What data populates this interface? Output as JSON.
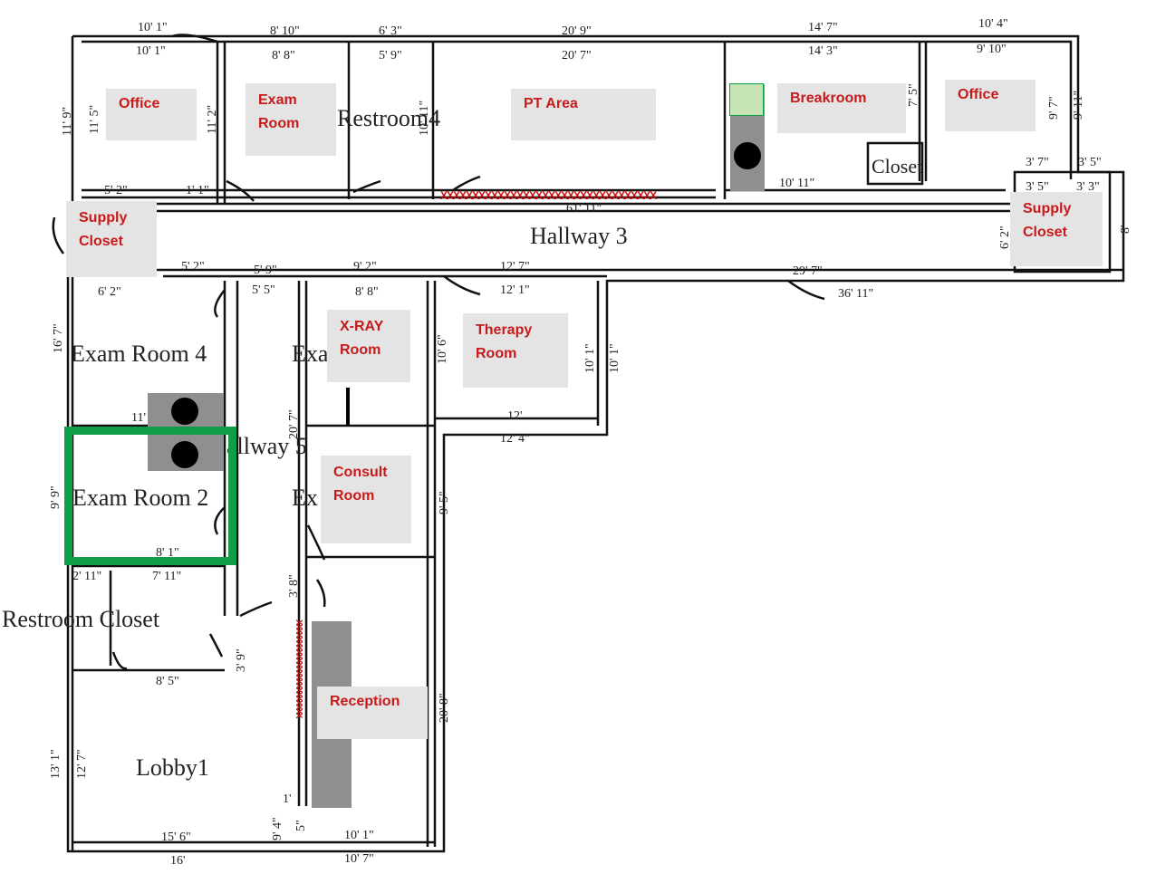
{
  "rooms_base": {
    "hallway3": "Hallway 3",
    "hallway5": "allway 5",
    "exam_room_4": "Exam Room 4",
    "exam_room_2": "Exam Room 2",
    "restroom4": "Restroom4",
    "restroom1": "Restroom Closet",
    "lobby1": "Lobby1",
    "closet": "Closet",
    "exam_room_3_partial": "Exa       m 3",
    "exam_room_1_partial": "Ex         m 1"
  },
  "labels": {
    "office_left": "Office",
    "exam_room": "Exam\nRoom",
    "pt_area": "PT Area",
    "breakroom": "Breakroom",
    "office_right": "Office",
    "supply_closet_left": "Supply\nCloset",
    "supply_closet_right": "Supply\nCloset",
    "xray_room": "X-RAY\nRoom",
    "therapy_room": "Therapy\nRoom",
    "consult_room": "Consult\nRoom",
    "reception": "Reception"
  },
  "dimensions": {
    "d1": "10' 1\"",
    "d2": "8' 10\"",
    "d3": "6' 3\"",
    "d4": "20' 9\"",
    "d5": "14' 7\"",
    "d6": "10' 4\"",
    "d7": "10' 1\"",
    "d8": "8' 8\"",
    "d9": "5' 9\"",
    "d10": "20' 7\"",
    "d11": "14' 3\"",
    "d12": "9' 10\"",
    "d13": "5' 2\"",
    "d14": "1' 1\"",
    "d15": "61' 11\"",
    "d16": "10' 11\"",
    "d17": "3' 7\"",
    "d18": "3' 5\"",
    "d19": "3' 5\"",
    "d20": "3' 3\"",
    "d21": "5' 2\"",
    "d22": "5' 9\"",
    "d23": "9' 2\"",
    "d24": "12' 7\"",
    "d25": "29' 7\"",
    "d26": "6' 2\"",
    "d27": "5' 5\"",
    "d28": "8' 8\"",
    "d29": "12' 1\"",
    "d30": "36' 11\"",
    "d31": "11'",
    "d32": "12'",
    "d33": "12' 4\"",
    "d34": "8' 1\"",
    "d35": "2' 11\"",
    "d36": "7' 11\"",
    "d37": "8' 5\"",
    "d38": "15' 6\"",
    "d39": "10' 1\"",
    "d40": "16'",
    "d41": "10' 7\"",
    "d42": "1'",
    "v1": "11' 9\"",
    "v2": "11' 5\"",
    "v3": "11' 2\"",
    "v4": "10' 11\"",
    "v5": "9' 7\"",
    "v6": "9' 11\"",
    "v7": "7' 5\"",
    "v8": "16' 7\"",
    "v9": "9' 9\"",
    "v10": "13' 1\"",
    "v11": "12' 7\"",
    "v12": "20' 7\"",
    "v13": "10' 6\"",
    "v14": "10' 1\"",
    "v15": "10' 1\"",
    "v16": "9' 5\"",
    "v17": "20' 8\"",
    "v18": "6' 2\"",
    "v19": "3' 9\"",
    "v20": "3' 8\"",
    "v21": "8'",
    "v22": "9' 4\"",
    "v23": "5\""
  },
  "markers": {
    "x_row": "XXXXXXXXXXXXXXXXXXXXXXXXXXXXXXXXXX",
    "x_col": "XXXXXXXXXXXXXXXXXXXXXXX"
  },
  "colors": {
    "highlight_green": "#0f9d46",
    "light_green": "#c7e5b4",
    "label_bg": "#e4e4e4",
    "label_text": "#c81a1a",
    "equipment_grey": "#8f8f8f",
    "marker_red": "#d01010"
  }
}
